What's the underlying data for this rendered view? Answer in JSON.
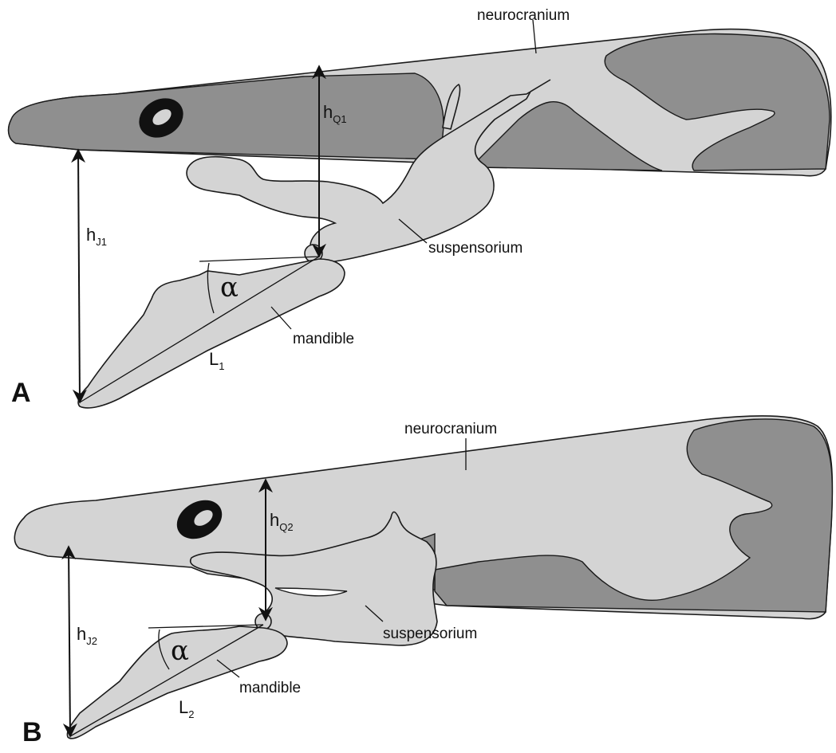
{
  "panel_A": {
    "panel_letter": "A",
    "neurocranium_label": "neurocranium",
    "suspensorium_label": "suspensorium",
    "mandible_label": "mandible",
    "hQ": {
      "main": "h",
      "sub": "Q1"
    },
    "hJ": {
      "main": "h",
      "sub": "J1"
    },
    "L": {
      "main": "L",
      "sub": "1"
    },
    "angle": "α"
  },
  "panel_B": {
    "panel_letter": "B",
    "neurocranium_label": "neurocranium",
    "suspensorium_label": "suspensorium",
    "mandible_label": "mandible",
    "hQ": {
      "main": "h",
      "sub": "Q2"
    },
    "hJ": {
      "main": "h",
      "sub": "J2"
    },
    "L": {
      "main": "L",
      "sub": "2"
    },
    "angle": "α"
  },
  "colors": {
    "bone_light": "#d4d4d4",
    "bone_dark": "#8f8f8f",
    "outline": "#1a1a1a"
  }
}
